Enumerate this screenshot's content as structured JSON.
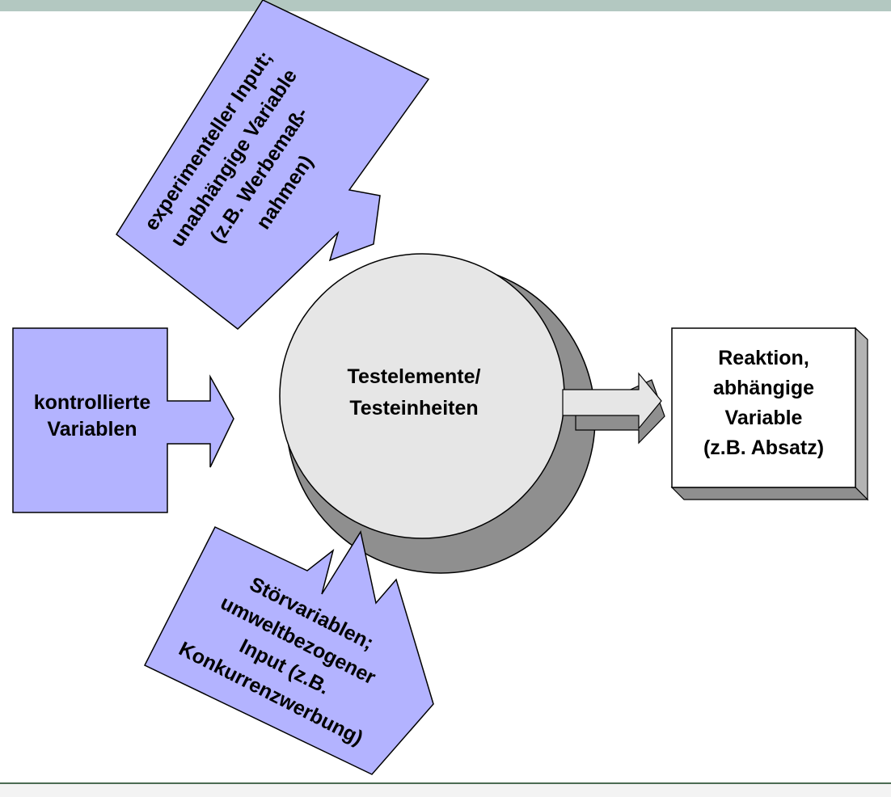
{
  "diagram": {
    "experimental_input": {
      "lines": [
        "experimenteller Input;",
        "unabhängige Variable",
        "(z.B. Werbemaß-",
        "nahmen)"
      ]
    },
    "controlled_variables": {
      "lines": [
        "kontrollierte",
        "Variablen"
      ]
    },
    "test_elements": {
      "lines": [
        "Testelemente/",
        "Testeinheiten"
      ]
    },
    "reaction": {
      "lines": [
        "Reaktion,",
        "abhängige",
        "Variable",
        "(z.B. Absatz)"
      ]
    },
    "disturbance_variables": {
      "lines": [
        "Störvariablen;",
        "umweltbezogener",
        "Input (z.B.",
        "Konkurrenzwerbung)"
      ]
    }
  },
  "colors": {
    "input_fill": "#b3b3ff",
    "circle_fill": "#e6e6e6",
    "circle_shadow": "#8f8f8f",
    "box_fill": "#ffffff",
    "box_side": "#b3b3b3",
    "top_bar": "#b3c8c1",
    "bottom_line": "#4b6b53"
  }
}
